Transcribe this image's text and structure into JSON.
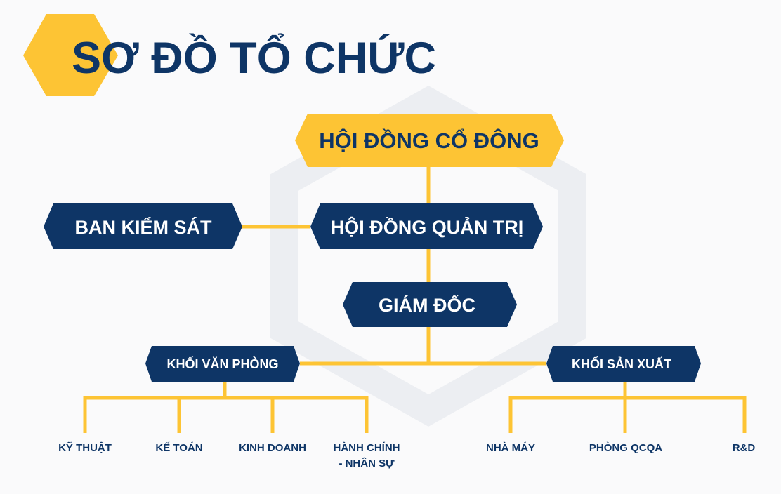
{
  "title": "SƠ ĐỒ TỔ CHỨC",
  "colors": {
    "navy": "#0e3566",
    "yellow": "#fdc434",
    "line": "#fdc434",
    "background": "#fafafb"
  },
  "nodes": {
    "shareholders": "HỘI ĐỒNG CỔ ĐÔNG",
    "supervisory": "BAN KIỂM SÁT",
    "board": "HỘI ĐỒNG QUẢN TRỊ",
    "director": "GIÁM ĐỐC",
    "office_block": "KHỐI VĂN PHÒNG",
    "production_block": "KHỐI SẢN XUẤT"
  },
  "office_departments": [
    "KỸ THUẬT",
    "KẾ TOÁN",
    "KINH DOANH",
    "HÀNH CHÍNH",
    "- NHÂN SỰ"
  ],
  "production_departments": [
    "NHÀ MÁY",
    "PHÒNG QCQA",
    "R&D"
  ]
}
